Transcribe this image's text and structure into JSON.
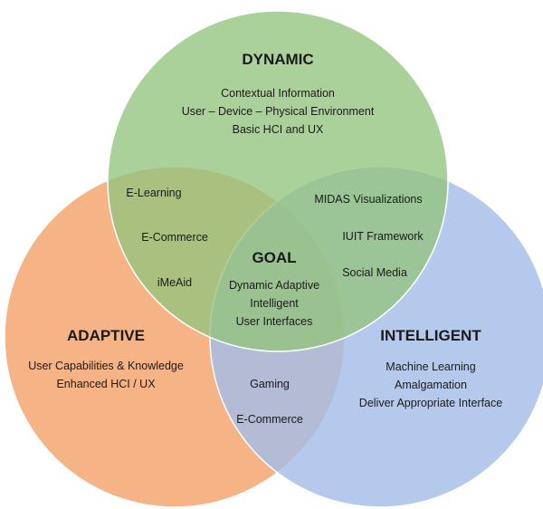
{
  "colors": {
    "dynamic": "#93c47d",
    "adaptive": "#f4a26b",
    "intelligent": "#a4bde6",
    "outline": "#ffffff"
  },
  "dynamic": {
    "title": "DYNAMIC",
    "lines": [
      "Contextual Information",
      "User – Device – Physical Environment",
      "Basic HCI and UX"
    ]
  },
  "adaptive": {
    "title": "ADAPTIVE",
    "lines": [
      "User Capabilities & Knowledge",
      "Enhanced HCI / UX"
    ]
  },
  "intelligent": {
    "title": "INTELLIGENT",
    "lines": [
      "Machine Learning",
      "Amalgamation",
      "Deliver Appropriate Interface"
    ]
  },
  "dynamic_adaptive": [
    "E-Learning",
    "E-Commerce",
    "iMeAid"
  ],
  "dynamic_intelligent": [
    "MIDAS Visualizations",
    "IUIT Framework",
    "Social Media"
  ],
  "adaptive_intelligent": [
    "Gaming",
    "E-Commerce"
  ],
  "goal": {
    "title": "GOAL",
    "lines": [
      "Dynamic Adaptive",
      "Intelligent",
      "User Interfaces"
    ]
  }
}
